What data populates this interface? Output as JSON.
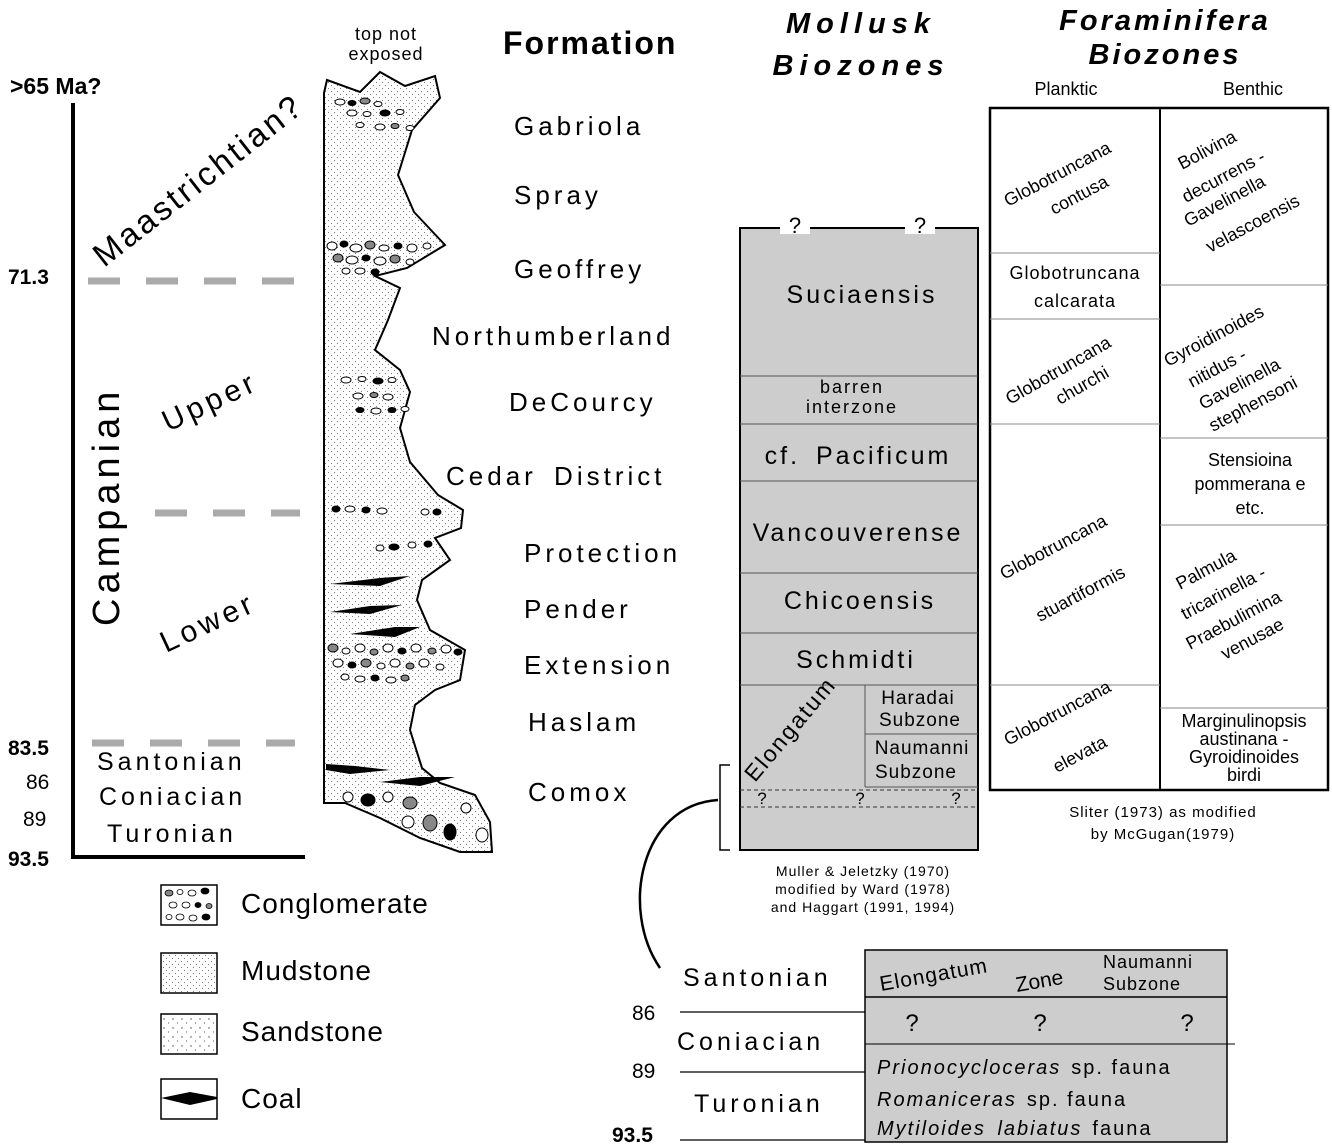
{
  "age_column": {
    "ages": {
      "a65": ">65 Ma?",
      "a71": "71.3",
      "a83": "83.5",
      "a86": "86",
      "a89": "89",
      "a935": "93.5"
    },
    "stages": {
      "maastrichtian": "Maastrichtian?",
      "campanian": "Campanian",
      "upper": "Upper",
      "lower": "Lower",
      "santonian": "Santonian",
      "coniacian": "Coniacian",
      "turonian": "Turonian"
    }
  },
  "strat_column": {
    "top_note_1": "top not",
    "top_note_2": "exposed"
  },
  "formation": {
    "header": "Formation",
    "names": [
      "Gabriola",
      "Spray",
      "Geoffrey",
      "Northumberland",
      "DeCourcy",
      "Cedar District",
      "Protection",
      "Pender",
      "Extension",
      "Haslam",
      "Comox"
    ]
  },
  "mollusk": {
    "header_1": "Mollusk",
    "header_2": "Biozones",
    "q": "?",
    "zones": {
      "suciaensis": "Suciaensis",
      "barren_1": "barren",
      "barren_2": "interzone",
      "pacificum": "cf. Pacificum",
      "vancouverense": "Vancouverense",
      "chicoensis": "Chicoensis",
      "schmidti": "Schmidti",
      "elongatum": "Elongatum",
      "haradai_1": "Haradai",
      "haradai_2": "Subzone",
      "naumanni_1": "Naumanni",
      "naumanni_2": "Subzone"
    },
    "credit": [
      "Muller & Jeletzky (1970)",
      "modified by Ward (1978)",
      "and Haggart (1991, 1994)"
    ]
  },
  "foram": {
    "header_1": "Foraminifera",
    "header_2": "Biozones",
    "planktic": "Planktic",
    "benthic": "Benthic",
    "planktic_zones": {
      "contusa_1": "Globotruncana",
      "contusa_2": "contusa",
      "calcarata_1": "Globotruncana",
      "calcarata_2": "calcarata",
      "churchi_1": "Globotruncana",
      "churchi_2": "churchi",
      "stuartiformis_1": "Globotruncana",
      "stuartiformis_2": "stuartiformis",
      "elevata_1": "Globotruncana",
      "elevata_2": "elevata"
    },
    "benthic_zones": {
      "bolivina_1": "Bolivina",
      "bolivina_2": "decurrens -",
      "bolivina_3": "Gavelinella",
      "bolivina_4": "velascoensis",
      "gyroid_1": "Gyroidinoides",
      "gyroid_2": "nitidus -",
      "gyroid_3": "Gavelinella",
      "gyroid_4": "stephensoni",
      "stens_1": "Stensioina",
      "stens_2": "pommerana e",
      "stens_3": "etc.",
      "palmula_1": "Palmula",
      "palmula_2": "tricarinella -",
      "palmula_3": "Praebulimina",
      "palmula_4": "venusae",
      "margin_1": "Marginulinopsis",
      "margin_2": "austinana -",
      "margin_3": "Gyroidinoides",
      "margin_4": "birdi"
    },
    "credit": [
      "Sliter (1973) as modified",
      "by McGugan(1979)"
    ]
  },
  "legend": {
    "items": [
      "Conglomerate",
      "Mudstone",
      "Sandstone",
      "Coal"
    ]
  },
  "inset": {
    "stages": {
      "santonian": "Santonian",
      "coniacian": "Coniacian",
      "turonian": "Turonian"
    },
    "ages": {
      "a86": "86",
      "a89": "89",
      "a935": "93.5"
    },
    "elongatum": "Elongatum",
    "zone": "Zone",
    "naumanni_1": "Naumanni",
    "naumanni_2": "Subzone",
    "q": "?",
    "faunas": [
      {
        "genus": "Prionocycloceras",
        "rest": "sp. fauna"
      },
      {
        "genus": "Romaniceras",
        "rest": "sp. fauna"
      },
      {
        "genus": "Mytiloides labiatus",
        "rest": "fauna"
      }
    ]
  }
}
